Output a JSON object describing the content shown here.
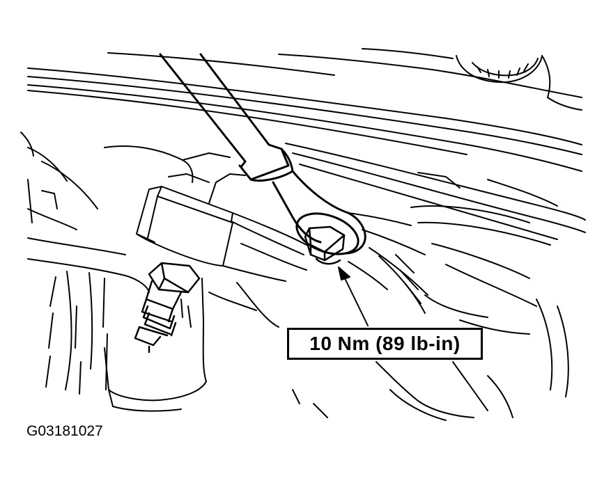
{
  "callout": {
    "torque_label": "10 Nm (89 lb-in)"
  },
  "figure": {
    "id": "G03181027"
  },
  "style": {
    "line_color": "#000000",
    "background": "#ffffff"
  },
  "illustration": {
    "depicts": "wrench-on-bolt",
    "fastener": "stud-bolt"
  }
}
